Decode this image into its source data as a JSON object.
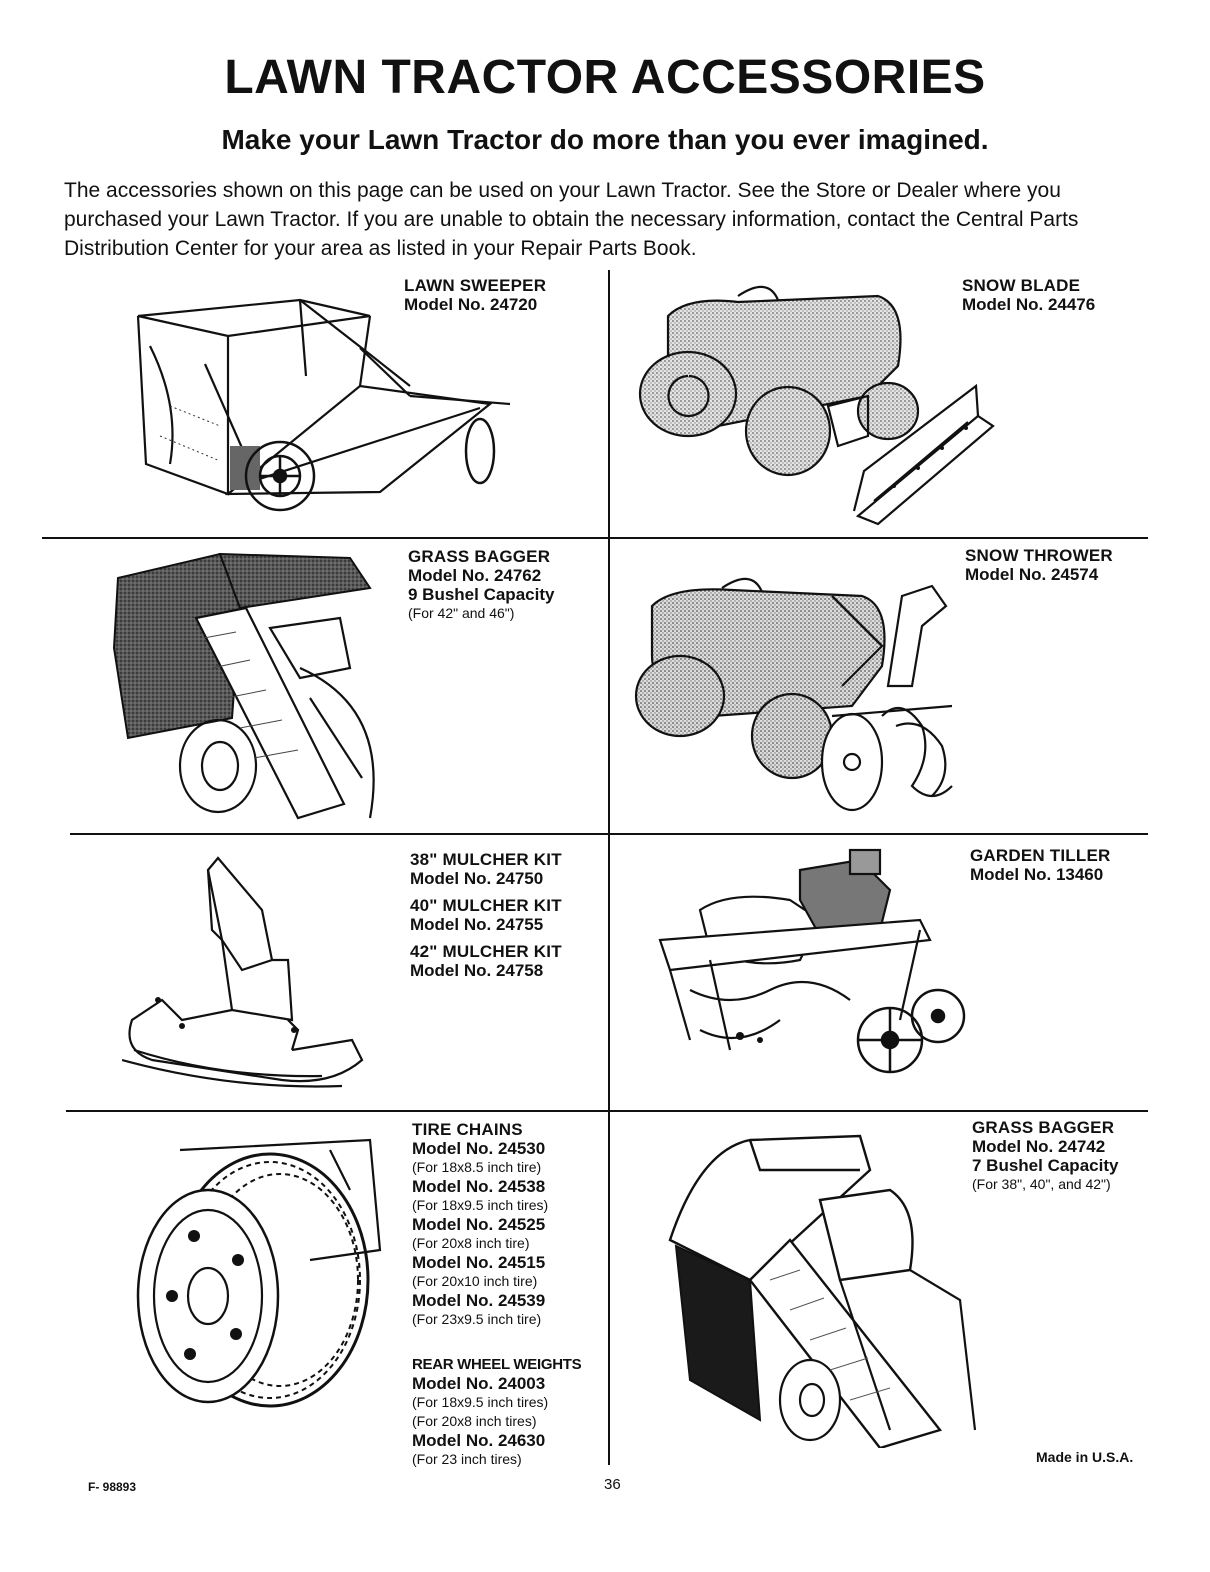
{
  "header": {
    "title": "LAWN TRACTOR ACCESSORIES",
    "subtitle": "Make your Lawn Tractor do more than you ever imagined.",
    "intro": "The accessories shown on this page can be used on your Lawn Tractor. See the Store or Dealer where you purchased your Lawn Tractor. If you are unable to obtain the necessary information, contact the Central Parts Distribution Center for your area as listed in your Repair Parts Book."
  },
  "items": {
    "lawn_sweeper": {
      "name": "LAWN SWEEPER",
      "model": "Model No. 24720"
    },
    "snow_blade": {
      "name": "SNOW BLADE",
      "model": "Model No. 24476"
    },
    "grass_bagger_9": {
      "name": "GRASS BAGGER",
      "model": "Model No. 24762",
      "capacity": "9 Bushel Capacity",
      "note": "(For 42\" and 46\")"
    },
    "snow_thrower": {
      "name": "SNOW THROWER",
      "model": "Model No. 24574"
    },
    "mulcher_38": {
      "name": "38\" MULCHER KIT",
      "model": "Model No. 24750"
    },
    "mulcher_40": {
      "name": "40\" MULCHER KIT",
      "model": "Model No. 24755"
    },
    "mulcher_42": {
      "name": "42\" MULCHER KIT",
      "model": "Model No. 24758"
    },
    "garden_tiller": {
      "name": "GARDEN TILLER",
      "model": "Model No. 13460"
    },
    "tire_chains": {
      "name": "TIRE CHAINS",
      "models": [
        {
          "model": "Model No. 24530",
          "note": "(For 18x8.5 inch tire)"
        },
        {
          "model": "Model No. 24538",
          "note": "(For 18x9.5 inch tires)"
        },
        {
          "model": "Model No. 24525",
          "note": "(For 20x8 inch tire)"
        },
        {
          "model": "Model No. 24515",
          "note": "(For 20x10 inch tire)"
        },
        {
          "model": "Model No. 24539",
          "note": "(For 23x9.5 inch tire)"
        }
      ]
    },
    "rear_wheel_weights": {
      "name": "REAR WHEEL WEIGHTS",
      "model_a": "Model No. 24003",
      "note_a1": "(For 18x9.5 inch tires)",
      "note_a2": "(For 20x8 inch tires)",
      "model_b": "Model No. 24630",
      "note_b": "(For 23 inch tires)"
    },
    "grass_bagger_7": {
      "name": "GRASS BAGGER",
      "model": "Model No. 24742",
      "capacity": "7 Bushel Capacity",
      "note": "(For 38\", 40\", and 42\")"
    }
  },
  "icons": [
    "lawn-sweeper-icon",
    "snow-blade-icon",
    "grass-bagger-icon",
    "snow-thrower-icon",
    "mulcher-kit-icon",
    "garden-tiller-icon",
    "tire-chain-icon"
  ],
  "footer": {
    "form_number": "F- 98893",
    "page_number": "36",
    "made_in": "Made in U.S.A."
  }
}
